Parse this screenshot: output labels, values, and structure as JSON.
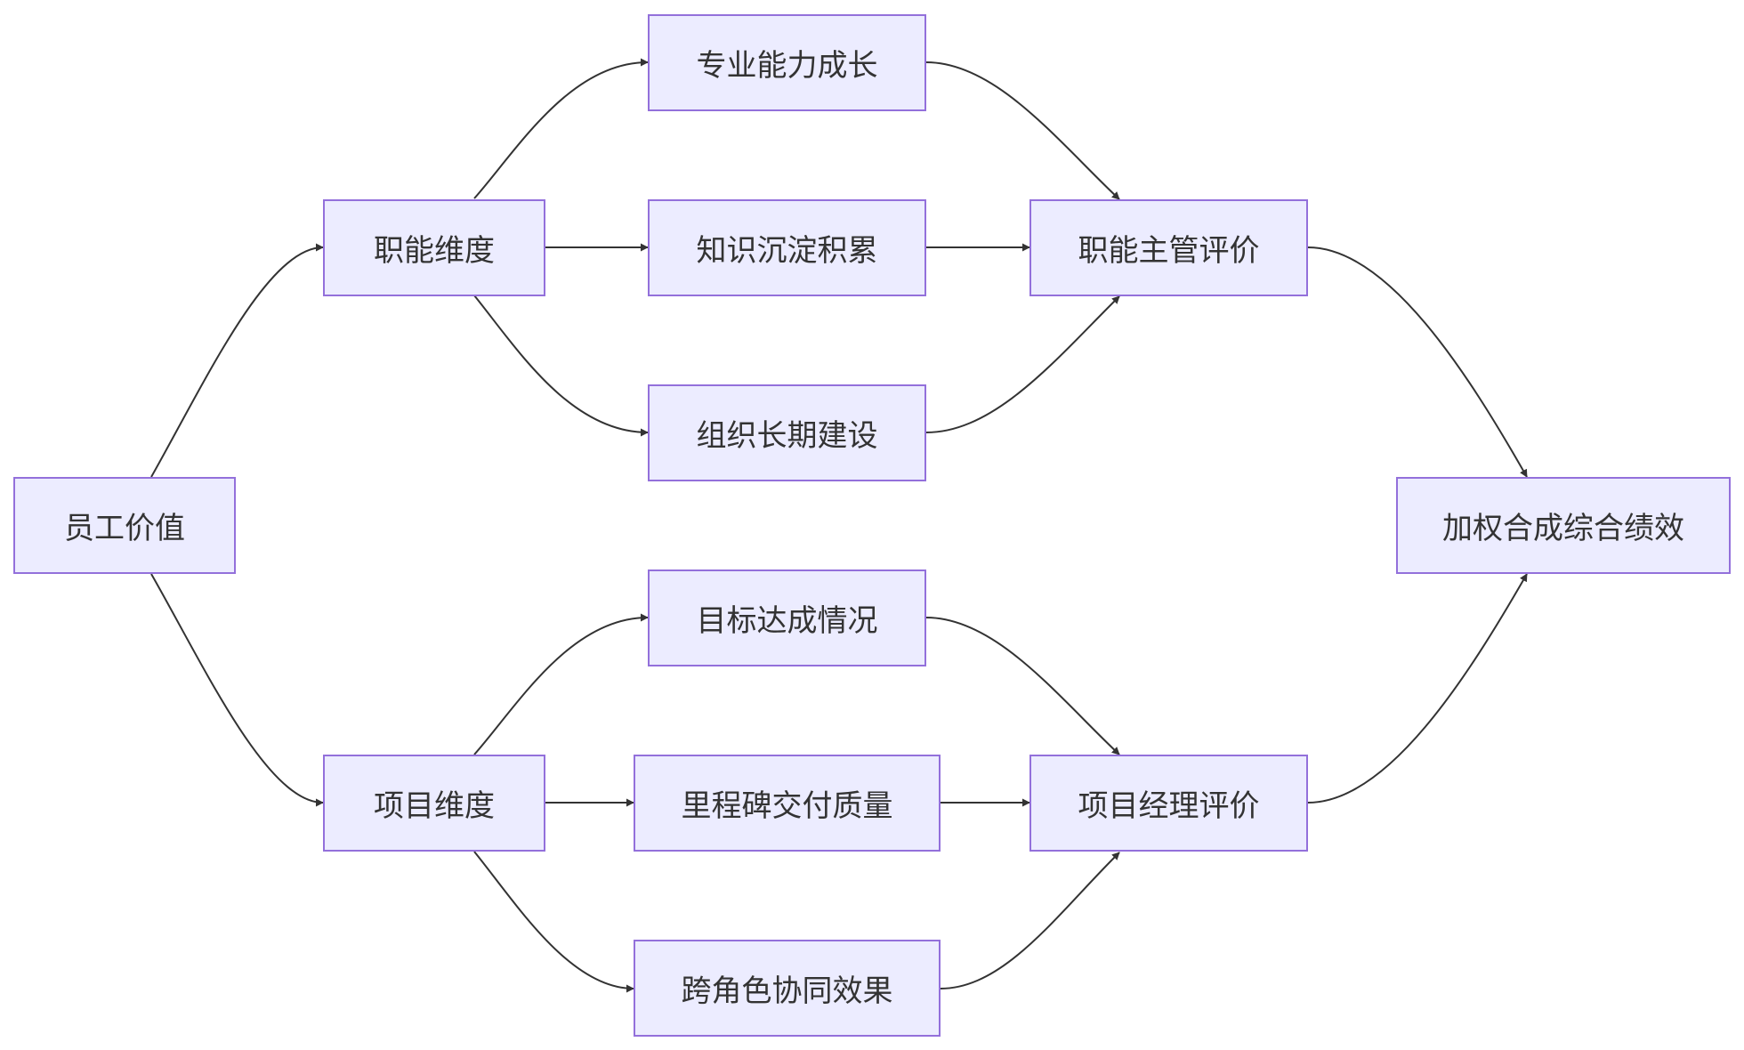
{
  "nodes": {
    "employee_value": "员工价值",
    "functional_dimension": "职能维度",
    "project_dimension": "项目维度",
    "professional_growth": "专业能力成长",
    "knowledge_accumulation": "知识沉淀积累",
    "org_long_term_building": "组织长期建设",
    "goal_achievement": "目标达成情况",
    "milestone_delivery_quality": "里程碑交付质量",
    "cross_role_collaboration": "跨角色协同效果",
    "functional_supervisor_eval": "职能主管评价",
    "project_manager_eval": "项目经理评价",
    "weighted_overall_performance": "加权合成综合绩效"
  },
  "edges": [
    [
      "employee_value",
      "functional_dimension"
    ],
    [
      "employee_value",
      "project_dimension"
    ],
    [
      "functional_dimension",
      "professional_growth"
    ],
    [
      "functional_dimension",
      "knowledge_accumulation"
    ],
    [
      "functional_dimension",
      "org_long_term_building"
    ],
    [
      "professional_growth",
      "functional_supervisor_eval"
    ],
    [
      "knowledge_accumulation",
      "functional_supervisor_eval"
    ],
    [
      "org_long_term_building",
      "functional_supervisor_eval"
    ],
    [
      "project_dimension",
      "goal_achievement"
    ],
    [
      "project_dimension",
      "milestone_delivery_quality"
    ],
    [
      "project_dimension",
      "cross_role_collaboration"
    ],
    [
      "goal_achievement",
      "project_manager_eval"
    ],
    [
      "milestone_delivery_quality",
      "project_manager_eval"
    ],
    [
      "cross_role_collaboration",
      "project_manager_eval"
    ],
    [
      "functional_supervisor_eval",
      "weighted_overall_performance"
    ],
    [
      "project_manager_eval",
      "weighted_overall_performance"
    ]
  ],
  "colors": {
    "node_fill": "#ECECFF",
    "node_border": "#9370DB",
    "edge": "#333333",
    "text": "#333333"
  }
}
